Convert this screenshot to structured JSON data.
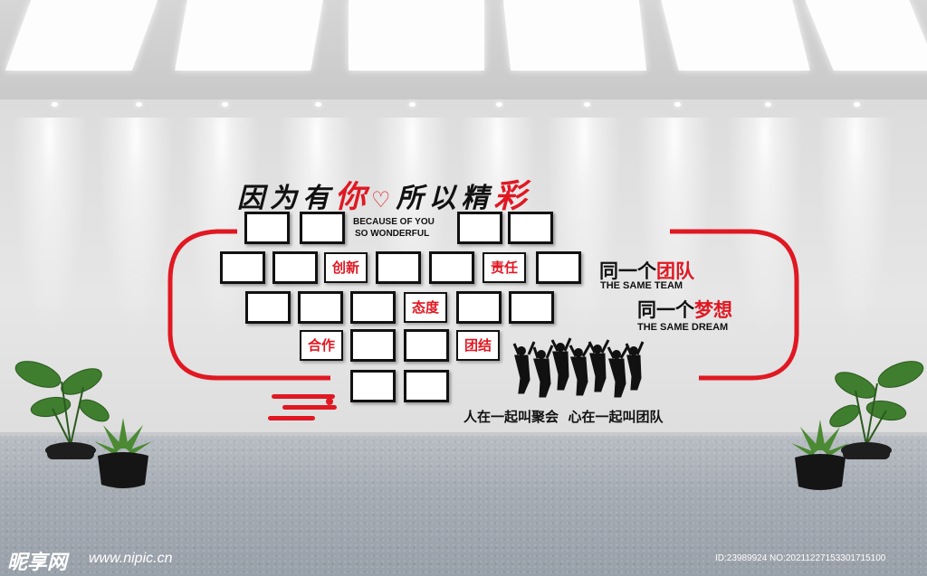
{
  "wall": {
    "title_prefix": "因为有",
    "title_red": "你",
    "title_suffix": "所以精",
    "title_red2": "彩",
    "because_line1": "BECAUSE OF YOU",
    "because_line2": "SO WONDERFUL",
    "team_prefix": "同一个",
    "team_red": "团队",
    "team_en": "THE SAME TEAM",
    "dream_prefix": "同一个",
    "dream_red": "梦想",
    "dream_en": "THE SAME DREAM",
    "bottom_slogan": "人在一起叫聚会  心在一起叫团队",
    "labels": {
      "innovation": "创新",
      "responsibility": "责任",
      "attitude": "态度",
      "cooperation": "合作",
      "unity": "团结"
    }
  },
  "watermark": {
    "logo": "昵享网",
    "site": "www.nipic.cn",
    "id_text": "ID:23989924 NO:20211227153301715100"
  },
  "colors": {
    "accent_red": "#e01822",
    "text_dark": "#111111"
  }
}
